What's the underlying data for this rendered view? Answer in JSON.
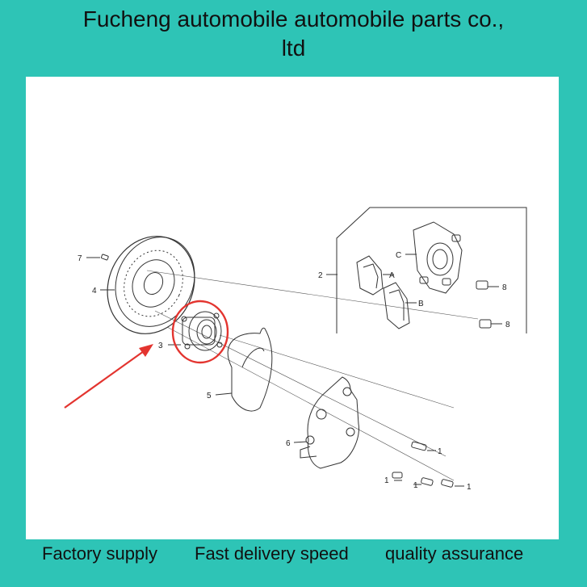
{
  "header": {
    "title_line1": "Fucheng automobile automobile parts co.,",
    "title_line2": "ltd"
  },
  "diagram": {
    "callouts": {
      "c1a": "1",
      "c1b": "1",
      "c1c": "1",
      "c1d": "1",
      "c2": "2",
      "c3": "3",
      "c4": "4",
      "c5": "5",
      "c6": "6",
      "c7": "7",
      "c8a": "8",
      "c8b": "8",
      "cA": "A",
      "cB": "B",
      "cC": "C"
    },
    "highlight_color": "#E3342F"
  },
  "footer": {
    "item1": "Factory supply",
    "item2": "Fast delivery speed",
    "item3": "quality assurance"
  }
}
